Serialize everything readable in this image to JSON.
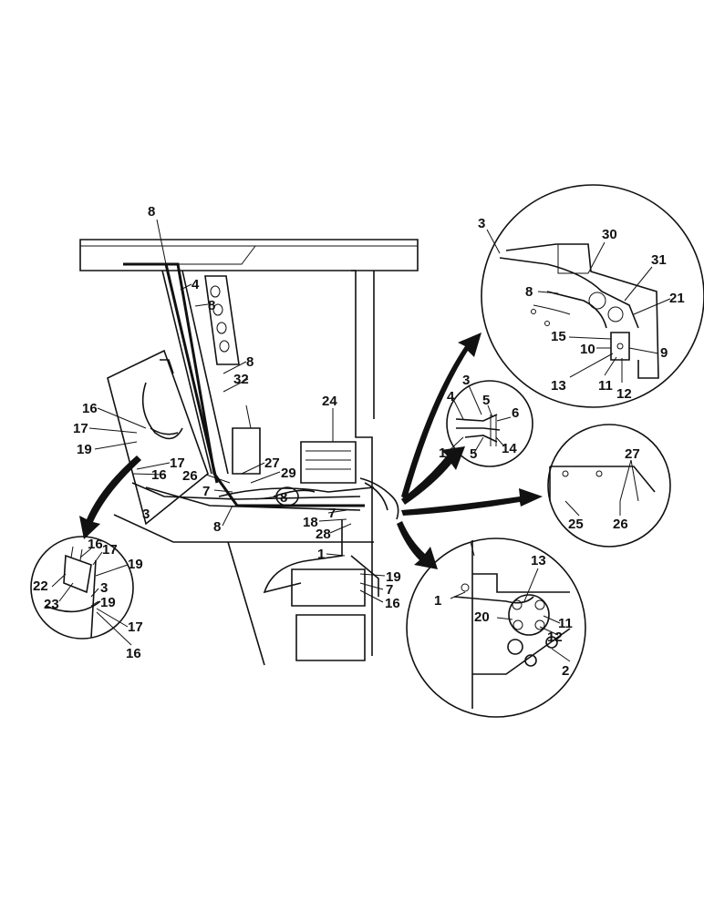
{
  "labels": {
    "main": [
      "8",
      "4",
      "8",
      "8",
      "32",
      "24",
      "16",
      "17",
      "19",
      "17",
      "16",
      "26",
      "27",
      "29",
      "7",
      "8",
      "3",
      "8",
      "18",
      "7",
      "28",
      "1",
      "19",
      "7",
      "16"
    ],
    "inset_top_right": [
      "3",
      "30",
      "31",
      "8",
      "21",
      "15",
      "10",
      "9",
      "13",
      "11",
      "12"
    ],
    "inset_small_center": [
      "3",
      "4",
      "5",
      "6",
      "1",
      "5",
      "14"
    ],
    "inset_panel": [
      "27",
      "25",
      "26"
    ],
    "inset_bottom_left": [
      "16",
      "17",
      "19",
      "22",
      "3",
      "23",
      "19",
      "17",
      "16"
    ],
    "inset_bottom_right": [
      "13",
      "1",
      "20",
      "11",
      "12",
      "2"
    ]
  }
}
